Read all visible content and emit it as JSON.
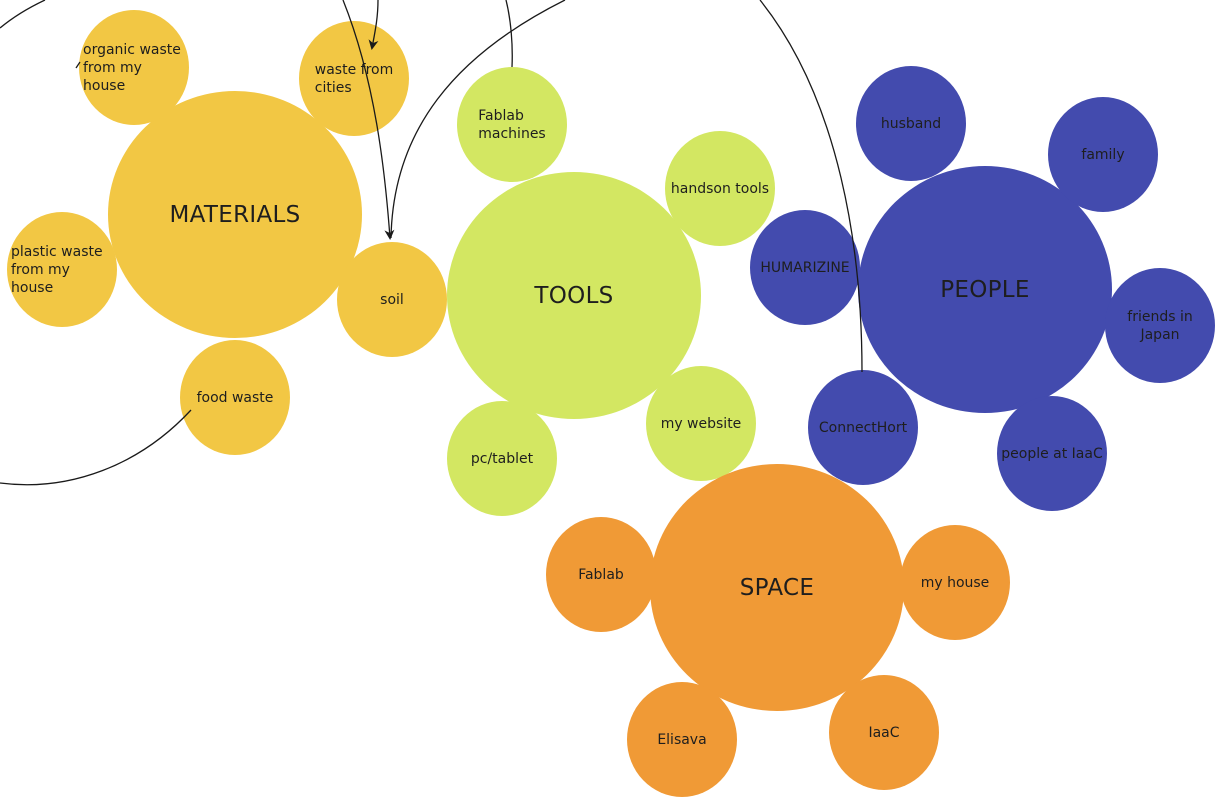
{
  "colors": {
    "materials": "#F2C744",
    "tools": "#D3E762",
    "people": "#434BAE",
    "space": "#F09A36",
    "dark_text": "#1e1e1e",
    "line": "#1a1a1a"
  },
  "nodes": {
    "materials": "MATERIALS",
    "organic_waste": "organic waste\nfrom my house",
    "waste_from_cities": "waste from\ncities",
    "plastic_waste": "plastic waste\nfrom my house",
    "soil": "soil",
    "food_waste": "food waste",
    "tools": "TOOLS",
    "fablab_machines": "Fablab\nmachines",
    "handson_tools": "handson tools",
    "my_website": "my website",
    "pc_tablet": "pc/tablet",
    "people": "PEOPLE",
    "husband": "husband",
    "family": "family",
    "humarizine": "HUMARIZINE",
    "friends_japan": "friends in Japan",
    "connecthort": "ConnectHort",
    "people_iaac": "people at IaaC",
    "space": "SPACE",
    "fablab": "Fablab",
    "my_house": "my house",
    "elisava": "Elisava",
    "iaac": "IaaC"
  }
}
